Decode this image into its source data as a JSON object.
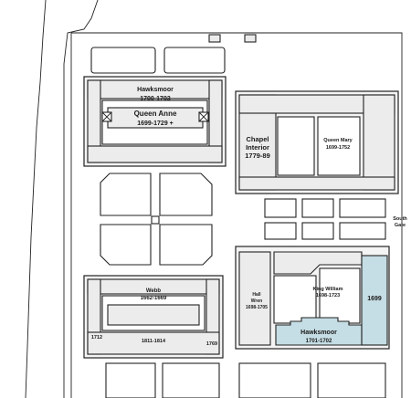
{
  "labels": {
    "hawksmoor_north": "Hawksmoor",
    "hawksmoor_north_dates": "1700-1703",
    "queen_anne": "Queen Anne",
    "queen_anne_dates": "1699-1729 +",
    "chapel": "Chapel",
    "interior": "Interior",
    "chapel_dates": "1779-89",
    "queen_mary": "Queen Mary",
    "queen_mary_dates": "1699-1752",
    "south_gate_1": "South",
    "south_gate_2": "Gate",
    "hall": "Hall",
    "wren": "Wren",
    "hall_dates": "1698-1705",
    "king_william": "King William",
    "king_william_dates": "1698-1723",
    "year_1699": "1699",
    "hawksmoor_south": "Hawksmoor",
    "hawksmoor_south_dates": "1701-1702",
    "webb": "Webb",
    "webb_dates": "1662-1669",
    "year_1712": "1712",
    "years_1811": "1811-1814",
    "year_1769": "1769"
  },
  "colors": {
    "highlight": "#c5dde4",
    "outline": "#222222",
    "fill": "#ececec"
  }
}
